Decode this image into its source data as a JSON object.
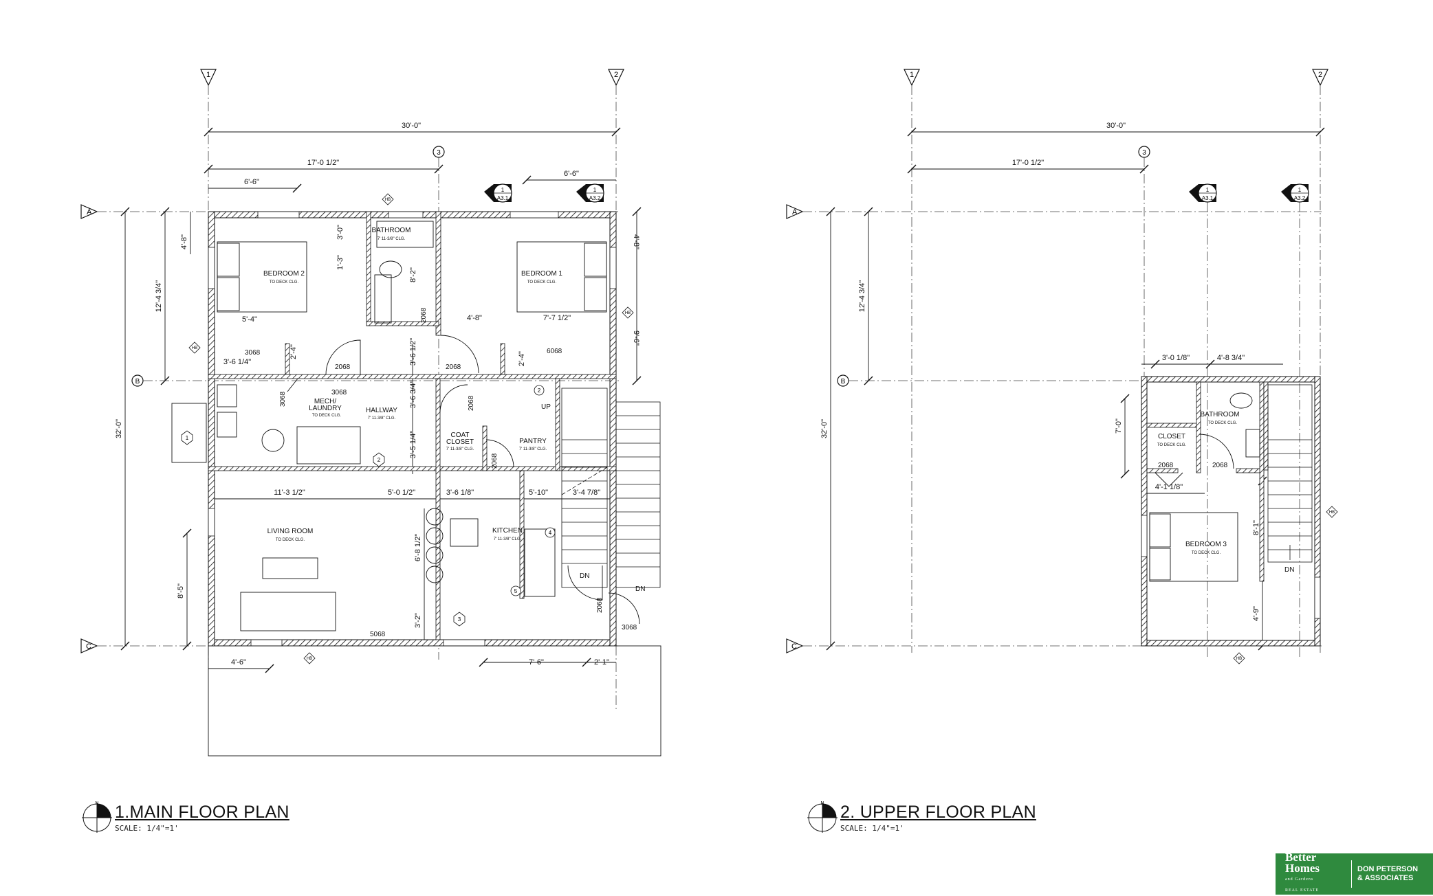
{
  "sheet": {
    "main_plan": {
      "title": "1.MAIN FLOOR PLAN",
      "scale": "SCALE: 1/4\"=1'",
      "north": "N",
      "grid_lines": [
        "1",
        "2",
        "3",
        "A",
        "B",
        "C"
      ],
      "section_marks": [
        {
          "number": "1",
          "sheet": "A3.1"
        },
        {
          "number": "1",
          "sheet": "A3.2"
        }
      ],
      "dimensions": {
        "overall_width": "30'-0\"",
        "to_grid_2": "17'-0 1/2\"",
        "top_left": "6'-6\"",
        "top_right": "6'-6\"",
        "overall_depth": "32'-0\"",
        "a_to_b": "12'-4 3/4\"",
        "left_upper": "4'-8\"",
        "right_upper": "4'-8\"",
        "right_mid": "9'-6\"",
        "bath_w": "3'-0\"",
        "bath_small": "1'-3\"",
        "bath_depth": "8'-2\"",
        "bed2_w": "5'-4\"",
        "bed2_closet": "3'-6 1/4\"",
        "small_v": "2'-4\"",
        "bed1_left": "4'-8\"",
        "bed1_right": "7'-7 1/2\"",
        "bed1_closet_v": "2'-4\"",
        "hall_v1": "3'-6 1/2\"",
        "hall_v2": "3'-6 3/4\"",
        "hall_v3": "3'-5 1/4\"",
        "living_w": "11'-3 1/2\"",
        "entry_w": "5'-0 1/2\"",
        "coat_w": "3'-6 1/8\"",
        "pantry_w": "5'-10\"",
        "stair_w": "3'-4 7/8\"",
        "kitchen_v": "6'-8 1/2\"",
        "entry_v": "3'-2\"",
        "living_v": "8'-5\"",
        "bottom_left": "4'-6\"",
        "bottom_mid": "7'-6\"",
        "bottom_right": "2'-1\""
      },
      "door_tags": [
        "3068",
        "3068",
        "2068",
        "2068",
        "6068",
        "3068",
        "2068",
        "2068",
        "2068",
        "5068",
        "3068",
        "2068"
      ],
      "rooms": [
        {
          "name": "BEDROOM 2",
          "ceiling": "TO DECK CLG."
        },
        {
          "name": "BATHROOM",
          "ceiling": "7' 11-3/8\" CLG."
        },
        {
          "name": "BEDROOM 1",
          "ceiling": "TO DECK CLG."
        },
        {
          "name": "MECH/",
          "name2": "LAUNDRY",
          "ceiling": "TO DECK CLG."
        },
        {
          "name": "HALLWAY",
          "ceiling": "7' 11-3/8\" CLG."
        },
        {
          "name": "COAT",
          "name2": "CLOSET",
          "ceiling": "7' 11-3/8\" CLG."
        },
        {
          "name": "PANTRY",
          "ceiling": "7' 11-3/8\" CLG."
        },
        {
          "name": "KITCHEN",
          "ceiling": "7' 11-3/8\" CLG."
        },
        {
          "name": "LIVING ROOM",
          "ceiling": "TO DECK CLG."
        }
      ],
      "labels": {
        "up": "UP",
        "dn": "DN",
        "dn2": "DN",
        "hb": "HB"
      },
      "keynotes": [
        "1",
        "2",
        "2",
        "3",
        "4",
        "5"
      ]
    },
    "upper_plan": {
      "title": "2. UPPER FLOOR PLAN",
      "scale": "SCALE: 1/4\"=1'",
      "north": "N",
      "grid_lines": [
        "1",
        "2",
        "3",
        "A",
        "B",
        "C"
      ],
      "section_marks": [
        {
          "number": "1",
          "sheet": "A3.1"
        },
        {
          "number": "1",
          "sheet": "A3.2"
        }
      ],
      "dimensions": {
        "overall_width": "30'-0\"",
        "to_grid_2": "17'-0 1/2\"",
        "overall_depth": "32'-0\"",
        "a_to_b": "12'-4 3/4\"",
        "closet_w": "3'-0 1/8\"",
        "bath_w": "4'-8 3/4\"",
        "closet_v": "7'-0\"",
        "closet_bottom": "4'-1 1/8\"",
        "bed3_v": "8'-1\"",
        "bed3_bottom": "4'-9\""
      },
      "door_tags": [
        "2068",
        "2068"
      ],
      "rooms": [
        {
          "name": "BATHROOM",
          "ceiling": "TO DECK CLG."
        },
        {
          "name": "CLOSET",
          "ceiling": "TO DECK CLG."
        },
        {
          "name": "BEDROOM 3",
          "ceiling": "TO DECK CLG."
        }
      ],
      "labels": {
        "dn": "DN",
        "hb": "HB"
      }
    },
    "logo": {
      "brand_line1": "Better",
      "brand_line2": "Homes",
      "brand_small": "and Gardens",
      "brand_sub": "REAL ESTATE",
      "agency_line1": "DON PETERSON",
      "agency_line2": "& ASSOCIATES",
      "color": "#2f8a3e"
    }
  }
}
